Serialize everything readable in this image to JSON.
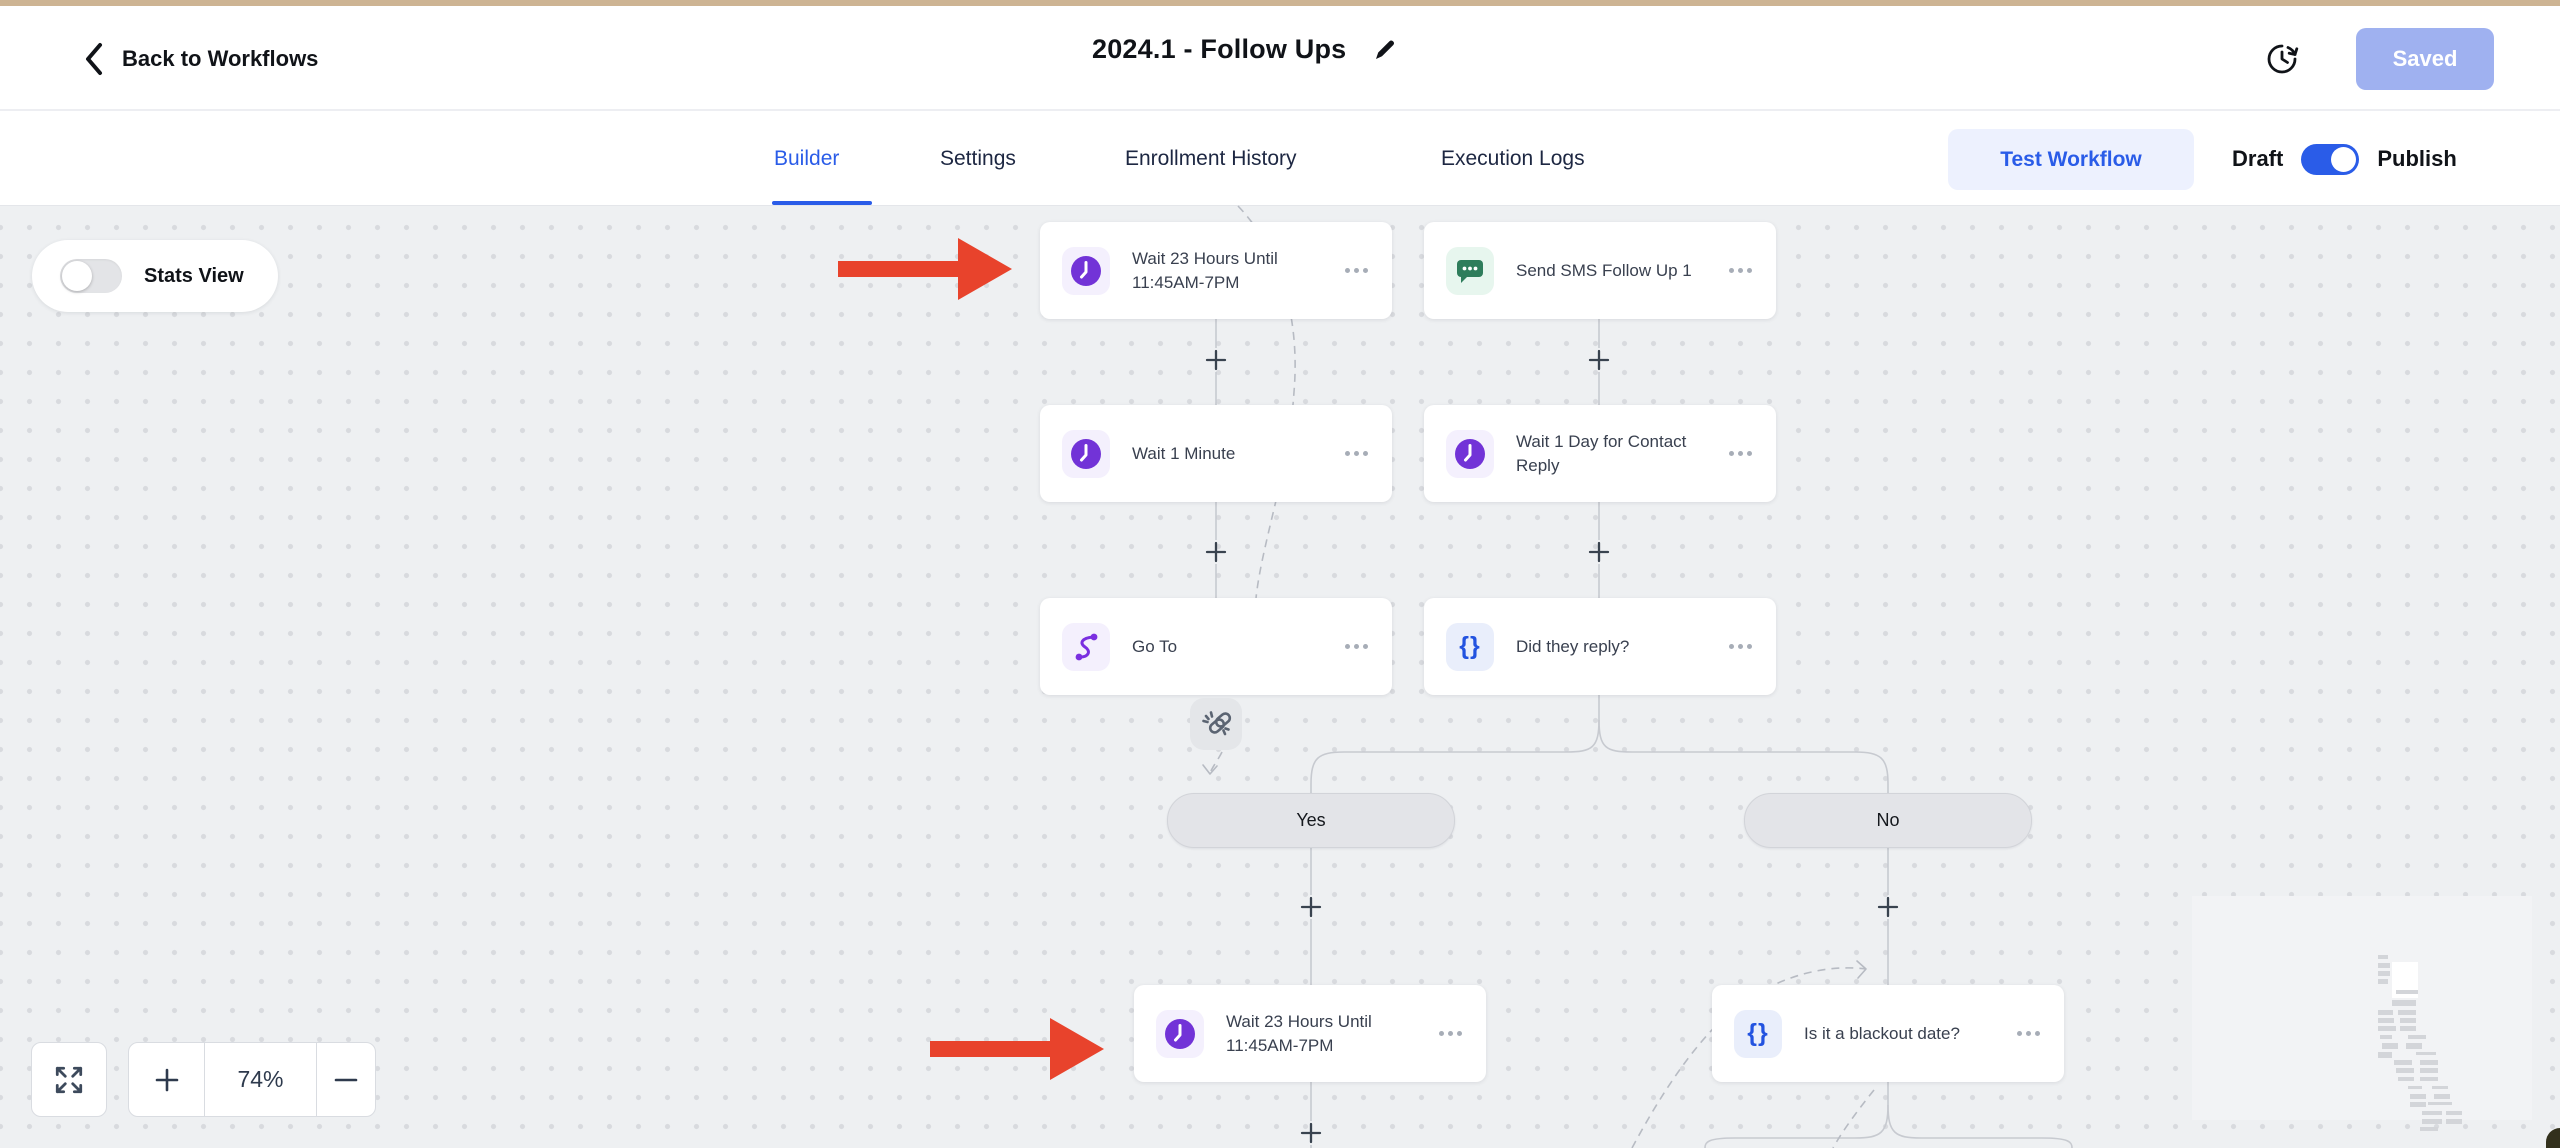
{
  "header": {
    "back_label": "Back to Workflows",
    "title": "2024.1 - Follow Ups",
    "saved_label": "Saved"
  },
  "tabs": {
    "builder": "Builder",
    "settings": "Settings",
    "enrollment_history": "Enrollment History",
    "execution_logs": "Execution Logs",
    "active_tab": "Builder"
  },
  "workflow_actions": {
    "test_workflow_label": "Test Workflow",
    "draft_label": "Draft",
    "publish_label": "Publish",
    "publish_toggle_state": "on"
  },
  "canvas": {
    "stats_view_label": "Stats View",
    "stats_view_state": "off",
    "zoom_level": "74%",
    "nodes": [
      {
        "label": "Wait 23 Hours Until 11:45AM-7PM",
        "type": "wait",
        "icon": "clock-icon"
      },
      {
        "label": "Send SMS Follow Up 1",
        "type": "sms",
        "icon": "sms-icon"
      },
      {
        "label": "Wait 1 Minute",
        "type": "wait",
        "icon": "clock-icon"
      },
      {
        "label": "Wait 1 Day for Contact Reply",
        "type": "wait",
        "icon": "clock-icon"
      },
      {
        "label": "Go To",
        "type": "goto",
        "icon": "route-icon"
      },
      {
        "label": "Did they reply?",
        "type": "condition",
        "icon": "braces-icon"
      },
      {
        "label": "Wait 23 Hours Until 11:45AM-7PM",
        "type": "wait",
        "icon": "clock-icon"
      },
      {
        "label": "Is it a blackout date?",
        "type": "condition",
        "icon": "braces-icon"
      }
    ],
    "branch_labels": {
      "yes": "Yes",
      "no": "No"
    },
    "icon_glyphs": {
      "condition_braces": "{}"
    }
  },
  "colors": {
    "accent_blue": "#2a5ce8",
    "saved_button_fill": "#9fb1f0",
    "wait_purple": "#7233d7",
    "sms_green": "#2e7d5b",
    "condition_blue": "#2353e0",
    "annotation_red": "#e8432c",
    "top_strip_tan": "#cdb493"
  }
}
